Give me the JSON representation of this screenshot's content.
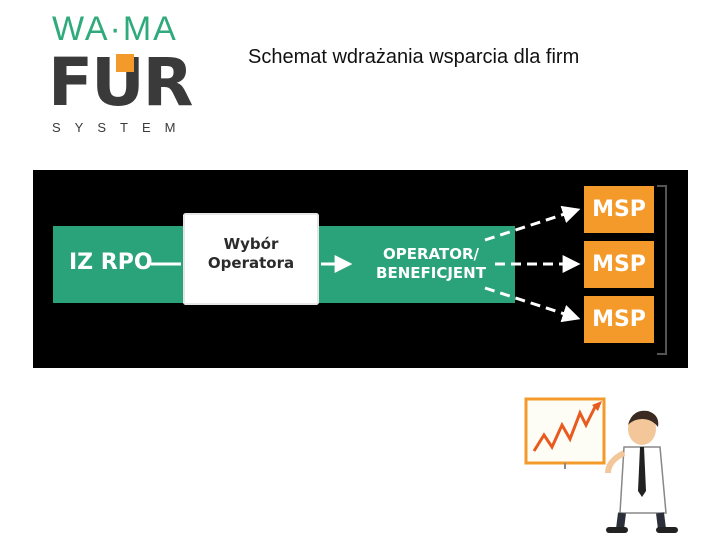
{
  "logo": {
    "top": "WA·MA",
    "main": "FUR",
    "sub": "SYSTEM"
  },
  "title": "Schemat wdrażania wsparcia dla firm",
  "diagram": {
    "source": "IZ RPO",
    "selection_line1": "Wybór",
    "selection_line2": "Operatora",
    "operator_line1": "OPERATOR/",
    "operator_line2": "BENEFICJENT",
    "targets": [
      "MSP",
      "MSP",
      "MSP"
    ]
  },
  "colors": {
    "green": "#2aa37a",
    "orange": "#f39a2b",
    "panel": "#000000"
  }
}
